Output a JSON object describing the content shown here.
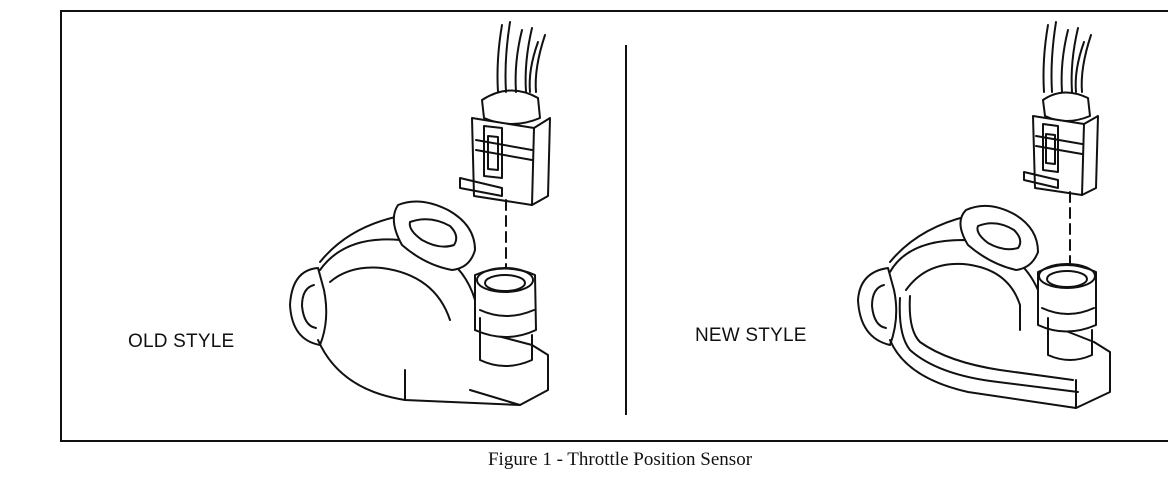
{
  "panels": {
    "old": {
      "label": "OLD STYLE"
    },
    "new": {
      "label": "NEW STYLE"
    }
  },
  "caption": "Figure 1 - Throttle Position Sensor"
}
